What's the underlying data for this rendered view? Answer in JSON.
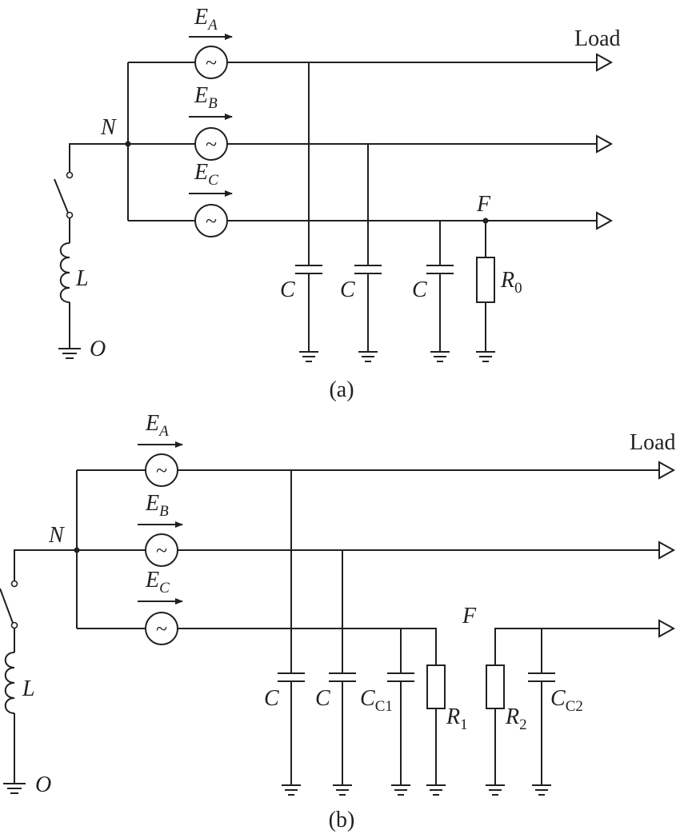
{
  "load_label": "Load",
  "circuit_a": {
    "caption": "(a)",
    "neutral": "N",
    "ground": "O",
    "inductor": "L",
    "fault": "F",
    "sources": [
      {
        "label": "E",
        "sub": "A"
      },
      {
        "label": "E",
        "sub": "B"
      },
      {
        "label": "E",
        "sub": "C"
      }
    ],
    "capacitors": [
      "C",
      "C",
      "C"
    ],
    "resistor": {
      "label": "R",
      "sub": "0"
    }
  },
  "circuit_b": {
    "caption": "(b)",
    "neutral": "N",
    "ground": "O",
    "inductor": "L",
    "fault": "F",
    "sources": [
      {
        "label": "E",
        "sub": "A"
      },
      {
        "label": "E",
        "sub": "B"
      },
      {
        "label": "E",
        "sub": "C"
      }
    ],
    "capacitors": [
      "C",
      "C"
    ],
    "cap_c1": {
      "label": "C",
      "sub": "C1"
    },
    "cap_c2": {
      "label": "C",
      "sub": "C2"
    },
    "resistor_1": {
      "label": "R",
      "sub": "1"
    },
    "resistor_2": {
      "label": "R",
      "sub": "2"
    }
  },
  "source_symbol": "~"
}
